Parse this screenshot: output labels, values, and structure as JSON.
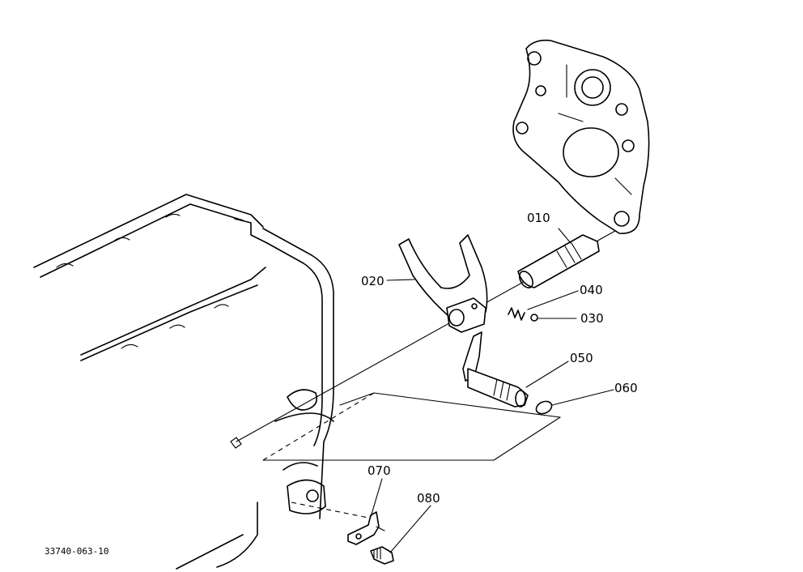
{
  "figure_id": "33740-063-10",
  "labels": {
    "p010": "010",
    "p020": "020",
    "p030": "030",
    "p040": "040",
    "p050": "050",
    "p060": "060",
    "p070": "070",
    "p080": "080"
  }
}
